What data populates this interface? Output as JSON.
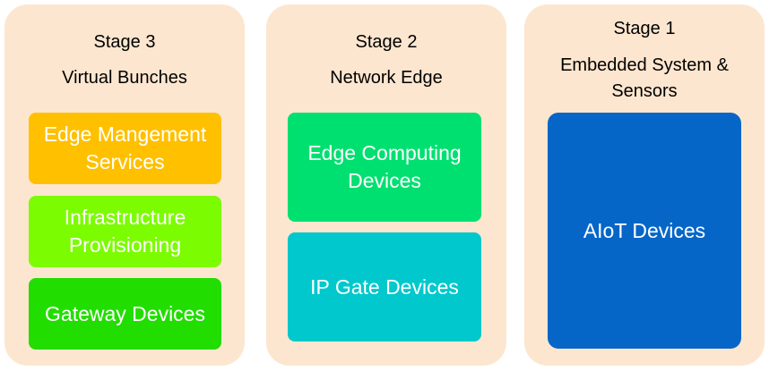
{
  "panels": [
    {
      "stage": "Stage 3",
      "subtitle": "Virtual Bunches",
      "boxes": [
        {
          "text": "Edge Mangement Services",
          "color": "#ffc000"
        },
        {
          "text": "Infrastructure Provisioning",
          "color": "#7cfc00"
        },
        {
          "text": "Gateway Devices",
          "color": "#22dd00"
        }
      ]
    },
    {
      "stage": "Stage 2",
      "subtitle": "Network Edge",
      "boxes": [
        {
          "text": "Edge Computing Devices",
          "color": "#00e070"
        },
        {
          "text": "IP Gate Devices",
          "color": "#00c8cc"
        }
      ]
    },
    {
      "stage": "Stage 1",
      "subtitle": "Embedded System & Sensors",
      "boxes": [
        {
          "text": "AIoT Devices",
          "color": "#0666c8"
        }
      ]
    }
  ],
  "panel_background": "#fde6cf"
}
